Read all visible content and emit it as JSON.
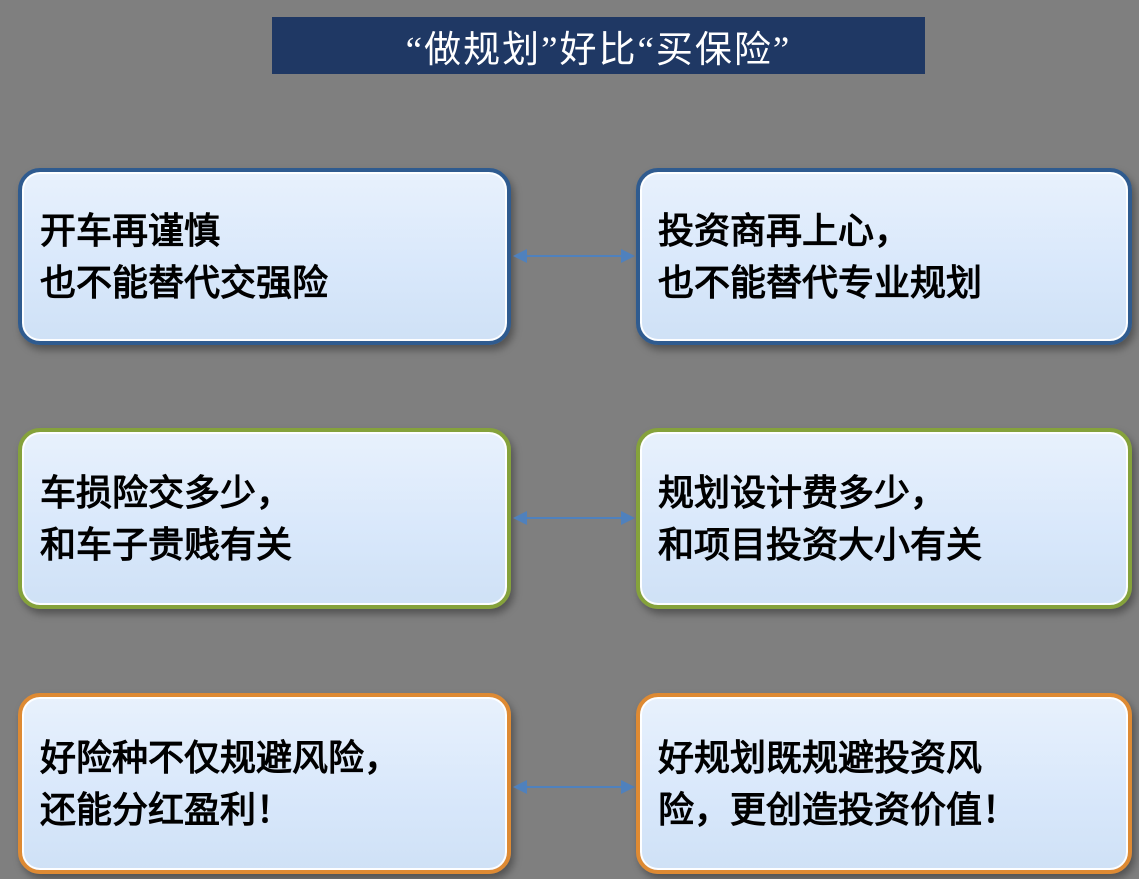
{
  "title": "“做规划”好比“买保险”",
  "colors": {
    "background": "#7F7F7F",
    "title_bg": "#1F3864",
    "title_text": "#FFFFFF",
    "box_fill": "#D9E8FB",
    "box_text": "#000000",
    "row1_border": "#2F5B8F",
    "row2_border": "#85A23B",
    "row3_border": "#DE8A33",
    "arrow": "#4F81BD"
  },
  "icons": {
    "arrow": "double-headed-arrow"
  },
  "rows": [
    {
      "left": {
        "line1": "开车再谨慎",
        "line2": "也不能替代交强险"
      },
      "right": {
        "line1": "投资商再上心，",
        "line2": "也不能替代专业规划"
      }
    },
    {
      "left": {
        "line1": "车损险交多少，",
        "line2": "和车子贵贱有关"
      },
      "right": {
        "line1": "规划设计费多少，",
        "line2": "和项目投资大小有关"
      }
    },
    {
      "left": {
        "line1": "好险种不仅规避风险，",
        "line2": "还能分红盈利！"
      },
      "right": {
        "line1": "好规划既规避投资风",
        "line2": "险，更创造投资价值！"
      }
    }
  ]
}
